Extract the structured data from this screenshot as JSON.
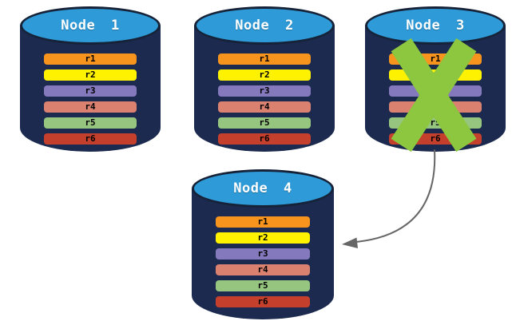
{
  "diagram": {
    "nodes": [
      {
        "label": "Node 1",
        "failed": false
      },
      {
        "label": "Node 2",
        "failed": false
      },
      {
        "label": "Node 3",
        "failed": true
      },
      {
        "label": "Node 4",
        "failed": false
      }
    ],
    "replicas": [
      {
        "label": "r1",
        "color": "#F7941D"
      },
      {
        "label": "r2",
        "color": "#FFF200"
      },
      {
        "label": "r3",
        "color": "#8579BE"
      },
      {
        "label": "r4",
        "color": "#DA8170"
      },
      {
        "label": "r5",
        "color": "#96C57F"
      },
      {
        "label": "r6",
        "color": "#C4402C"
      }
    ],
    "failover_arrow": {
      "from": "Node 3",
      "to": "Node 4"
    },
    "colors": {
      "cylinder_body": "#1B2A4E",
      "cylinder_top": "#2E9BD8",
      "cylinder_outline": "#152238",
      "failure_x": "#8DC63F",
      "arrow": "#666666",
      "bar_text": "#000000",
      "title_text": "#FFFFFF"
    }
  }
}
